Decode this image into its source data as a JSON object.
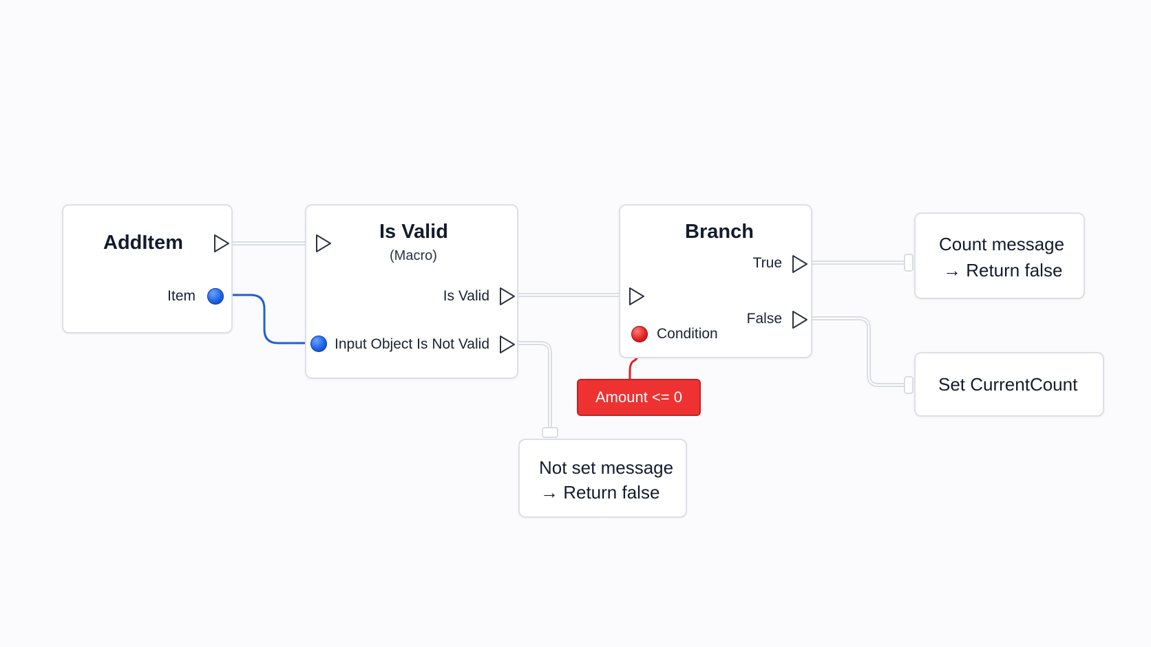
{
  "nodes": {
    "additem": {
      "title": "AddItem",
      "item_label": "Item"
    },
    "isvalid": {
      "title": "Is Valid",
      "subtitle": "(Macro)",
      "input_label": "Input Object",
      "valid_label": "Is Valid",
      "notvalid_label": "Is Not Valid"
    },
    "branch": {
      "title": "Branch",
      "true_label": "True",
      "false_label": "False",
      "condition_label": "Condition"
    },
    "condition_expr": "Amount <= 0",
    "count_message": {
      "line1": "Count message",
      "line2": "→ Return false"
    },
    "set_count": {
      "label": "Set CurrentCount"
    },
    "notset_message": {
      "line1": "Not set message",
      "line2": "→ Return false"
    }
  },
  "colors": {
    "exec_wire": "#d9dce3",
    "object_wire": "#1f5fd6",
    "bool_wire": "#d82424",
    "object_pin": "#1f63e6",
    "bool_pin": "#e52424",
    "badge": "#ee3232"
  },
  "icons": {
    "exec_pin": "play-triangle-outline",
    "data_pin": "filled-circle"
  }
}
